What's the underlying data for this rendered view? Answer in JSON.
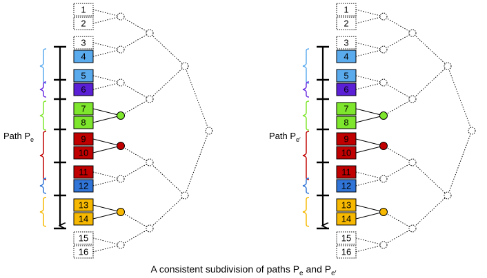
{
  "caption": {
    "prefix": "A consistent subdivision of paths P",
    "sub1": "e",
    "middle": " and P",
    "sub2": "e′"
  },
  "panels": [
    {
      "label_main": "Path P",
      "label_sub": "e"
    },
    {
      "label_main": "Path P",
      "label_sub": "e′"
    }
  ],
  "leaves": [
    {
      "label": "1",
      "fill": "none",
      "text": "#000000"
    },
    {
      "label": "2",
      "fill": "none",
      "text": "#000000"
    },
    {
      "label": "3",
      "fill": "none",
      "text": "#000000"
    },
    {
      "label": "4",
      "fill": "#5aaaee",
      "text": "#000000"
    },
    {
      "label": "5",
      "fill": "#5aaaee",
      "text": "#000000"
    },
    {
      "label": "6",
      "fill": "#5b1fd6",
      "text": "#000000"
    },
    {
      "label": "7",
      "fill": "#7ee62c",
      "text": "#000000"
    },
    {
      "label": "8",
      "fill": "#7ee62c",
      "text": "#000000"
    },
    {
      "label": "9",
      "fill": "#c00000",
      "text": "#000000"
    },
    {
      "label": "10",
      "fill": "#c00000",
      "text": "#000000"
    },
    {
      "label": "11",
      "fill": "#c00000",
      "text": "#000000"
    },
    {
      "label": "12",
      "fill": "#2f74d6",
      "text": "#000000"
    },
    {
      "label": "13",
      "fill": "#f6b800",
      "text": "#000000"
    },
    {
      "label": "14",
      "fill": "#f6b800",
      "text": "#000000"
    },
    {
      "label": "15",
      "fill": "none",
      "text": "#000000"
    },
    {
      "label": "16",
      "fill": "none",
      "text": "#000000"
    }
  ],
  "colored_nodes": [
    {
      "leaves": [
        7,
        8
      ],
      "color": "#7ee62c"
    },
    {
      "leaves": [
        9,
        10
      ],
      "color": "#c00000"
    },
    {
      "leaves": [
        13,
        14
      ],
      "color": "#f6b800"
    }
  ],
  "braces": [
    {
      "from": 4,
      "to": 5,
      "color": "#5aaaee"
    },
    {
      "from": 6,
      "to": 6,
      "color": "#6a2ee0"
    },
    {
      "from": 7,
      "to": 8,
      "color": "#7ee62c"
    },
    {
      "from": 9,
      "to": 11,
      "color": "#c00000"
    },
    {
      "from": 12,
      "to": 12,
      "color": "#2f74d6"
    },
    {
      "from": 13,
      "to": 14,
      "color": "#f6b800"
    }
  ]
}
